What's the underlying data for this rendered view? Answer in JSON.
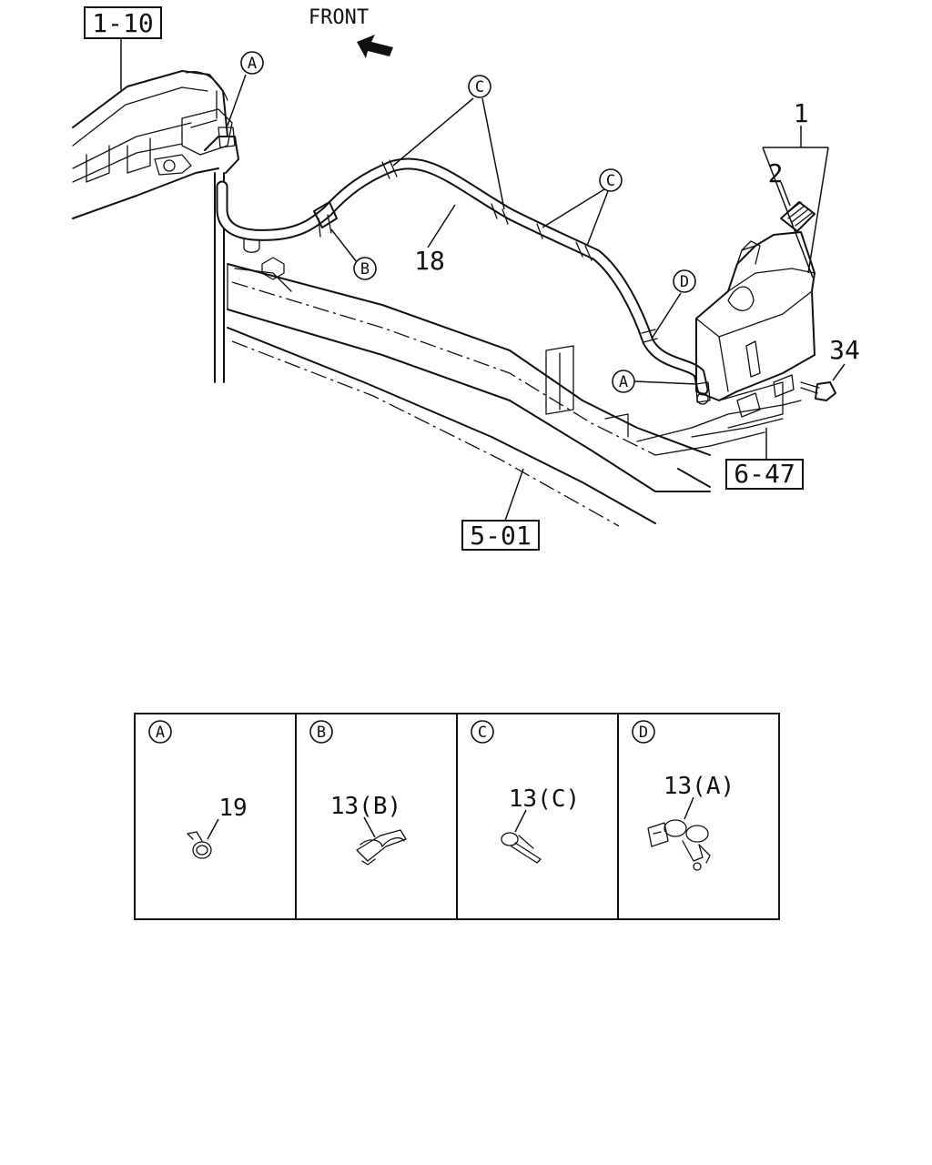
{
  "front_label": "FRONT",
  "refs": {
    "r1_10": "1-10",
    "r5_01": "5-01",
    "r6_47": "6-47"
  },
  "parts": {
    "p1": "1",
    "p2": "2",
    "p18": "18",
    "p34": "34"
  },
  "markers": {
    "a": "A",
    "b": "B",
    "c": "C",
    "d": "D"
  },
  "details": [
    {
      "marker": "A",
      "label": "19"
    },
    {
      "marker": "B",
      "label": "13(B)"
    },
    {
      "marker": "C",
      "label": "13(C)"
    },
    {
      "marker": "D",
      "label": "13(A)"
    }
  ]
}
